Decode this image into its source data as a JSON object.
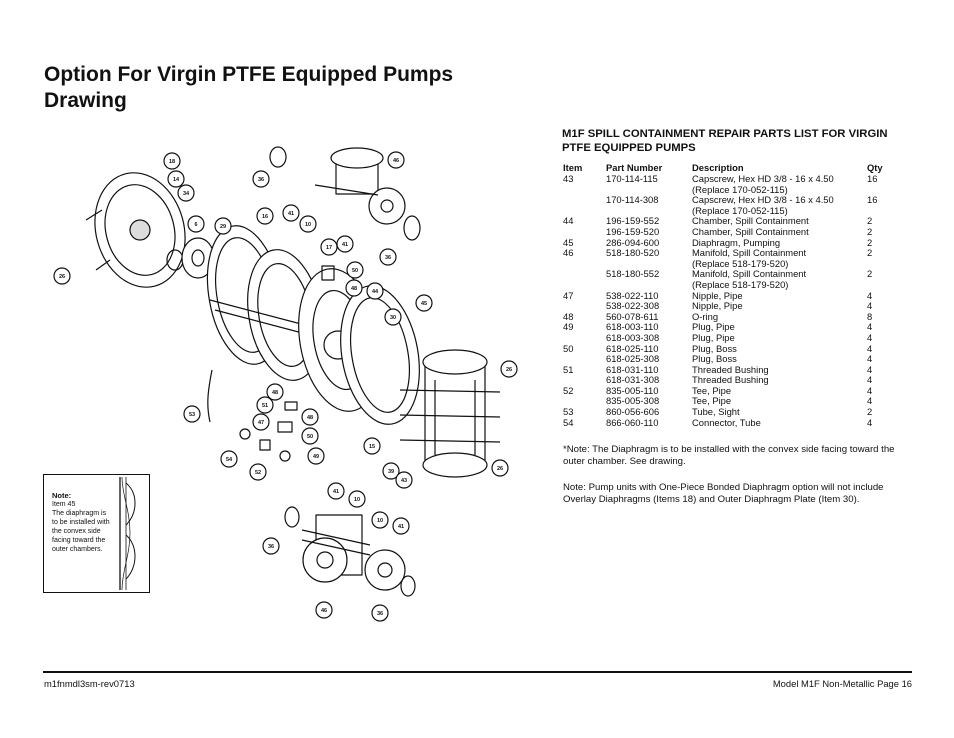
{
  "title": {
    "line1": "Option For Virgin PTFE Equipped Pumps",
    "line2": "Drawing"
  },
  "drawing": {
    "callouts": [
      "18",
      "14",
      "34",
      "6",
      "29",
      "16",
      "26",
      "36",
      "46",
      "41",
      "10",
      "17",
      "41",
      "36",
      "50",
      "48",
      "44",
      "45",
      "30",
      "26",
      "48",
      "51",
      "47",
      "53",
      "48",
      "50",
      "49",
      "54",
      "52",
      "15",
      "39",
      "43",
      "26",
      "41",
      "10",
      "36",
      "10",
      "41",
      "46",
      "36"
    ],
    "note": {
      "title": "Note:",
      "lines": [
        "Item 45",
        "The diaphragm is",
        "to be installed with",
        "the convex side",
        "facing toward the",
        "outer chambers."
      ]
    }
  },
  "parts_list": {
    "heading": "M1F SPILL CONTAINMENT REPAIR PARTS LIST FOR VIRGIN PTFE EQUIPPED PUMPS",
    "columns": [
      "Item",
      "Part Number",
      "Description",
      "Qty"
    ],
    "rows": [
      [
        "43",
        "170-114-115",
        "Capscrew, Hex HD 3/8 - 16 x 4.50",
        "16"
      ],
      [
        "",
        "",
        "(Replace 170-052-115)",
        ""
      ],
      [
        "",
        "170-114-308",
        "Capscrew, Hex HD 3/8 - 16 x 4.50",
        "16"
      ],
      [
        "",
        "",
        "(Replace 170-052-115)",
        ""
      ],
      [
        "44",
        "196-159-552",
        "Chamber, Spill Containment",
        "2"
      ],
      [
        "",
        "196-159-520",
        "Chamber, Spill Containment",
        "2"
      ],
      [
        "45",
        "286-094-600",
        "Diaphragm, Pumping",
        "2"
      ],
      [
        "46",
        "518-180-520",
        "Manifold, Spill Containment",
        "2"
      ],
      [
        "",
        "",
        "(Replace 518-179-520)",
        ""
      ],
      [
        "",
        "518-180-552",
        "Manifold, Spill Containment",
        "2"
      ],
      [
        "",
        "",
        "(Replace 518-179-520)",
        ""
      ],
      [
        "47",
        "538-022-110",
        "Nipple, Pipe",
        "4"
      ],
      [
        "",
        "538-022-308",
        "Nipple, Pipe",
        "4"
      ],
      [
        "48",
        "560-078-611",
        "O-ring",
        "8"
      ],
      [
        "49",
        "618-003-110",
        "Plug, Pipe",
        "4"
      ],
      [
        "",
        "618-003-308",
        "Plug, Pipe",
        "4"
      ],
      [
        "50",
        "618-025-110",
        "Plug, Boss",
        "4"
      ],
      [
        "",
        "618-025-308",
        "Plug, Boss",
        "4"
      ],
      [
        "51",
        "618-031-110",
        "Threaded Bushing",
        "4"
      ],
      [
        "",
        "618-031-308",
        "Threaded Bushing",
        "4"
      ],
      [
        "52",
        "835-005-110",
        "Tee, Pipe",
        "4"
      ],
      [
        "",
        "835-005-308",
        "Tee, Pipe",
        "4"
      ],
      [
        "53",
        "860-056-606",
        "Tube, Sight",
        "2"
      ],
      [
        "54",
        "866-060-110",
        "Connector, Tube",
        "4"
      ]
    ]
  },
  "notes": [
    "*Note: The Diaphragm is to be installed with the convex side facing toward the outer chamber. See drawing.",
    "Note: Pump units with One-Piece Bonded Diaphragm option will not include Overlay Diaphragms (Items 18) and Outer Diaphragm Plate (Item 30)."
  ],
  "footer": {
    "left": "m1fnmdl3sm-rev0713",
    "right": "Model M1F Non-Metallic Page 16"
  }
}
